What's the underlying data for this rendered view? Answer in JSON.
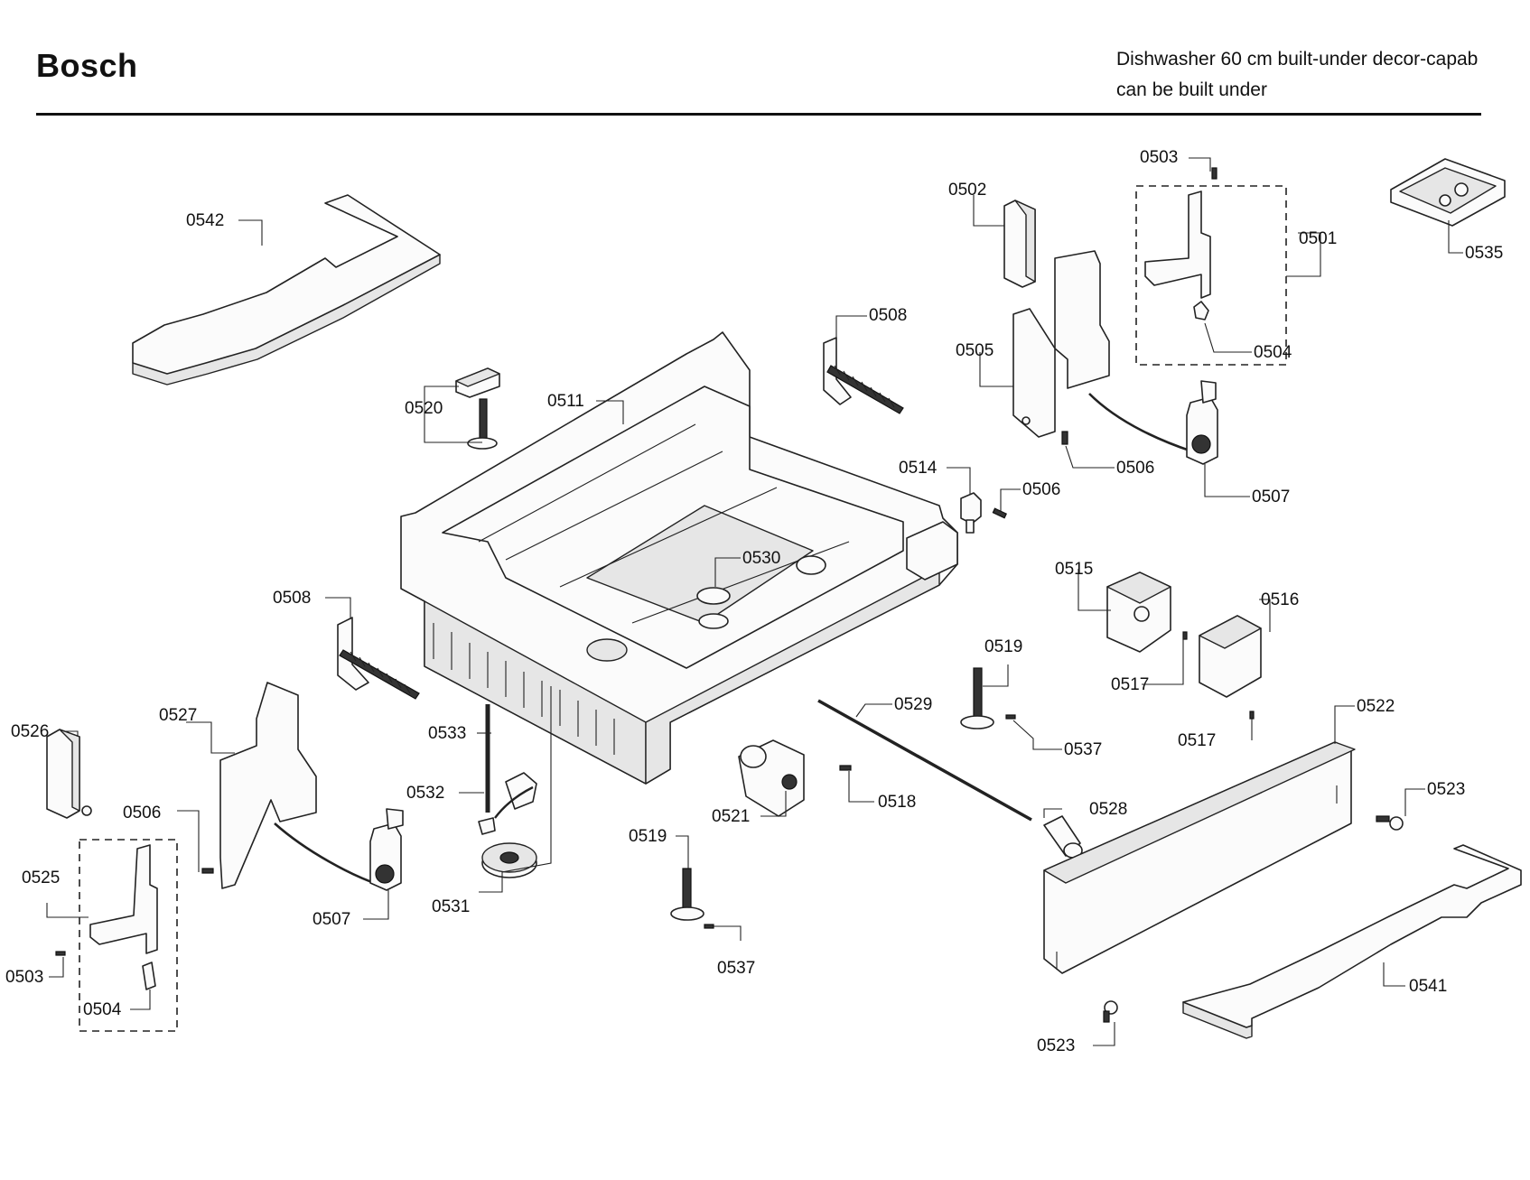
{
  "header": {
    "brand": "Bosch",
    "subtitle_line1": "Dishwasher 60 cm built-under decor-capab",
    "subtitle_line2": "can be built under"
  },
  "callouts": {
    "c0542": "0542",
    "c0520": "0520",
    "c0511": "0511",
    "c0508a": "0508",
    "c0502": "0502",
    "c0503a": "0503",
    "c0501": "0501",
    "c0535": "0535",
    "c0505": "0505",
    "c0504a": "0504",
    "c0506a": "0506",
    "c0507a": "0507",
    "c0514": "0514",
    "c0506b": "0506",
    "c0530": "0530",
    "c0508b": "0508",
    "c0515": "0515",
    "c0516": "0516",
    "c0519a": "0519",
    "c0517a": "0517",
    "c0529": "0529",
    "c0522": "0522",
    "c0526": "0526",
    "c0527": "0527",
    "c0533": "0533",
    "c0537a": "0537",
    "c0517b": "0517",
    "c0532": "0532",
    "c0521": "0521",
    "c0518": "0518",
    "c0523a": "0523",
    "c0506c": "0506",
    "c0528": "0528",
    "c0519b": "0519",
    "c0525": "0525",
    "c0531": "0531",
    "c0507b": "0507",
    "c0503b": "0503",
    "c0537b": "0537",
    "c0541": "0541",
    "c0504b": "0504",
    "c0523b": "0523"
  }
}
